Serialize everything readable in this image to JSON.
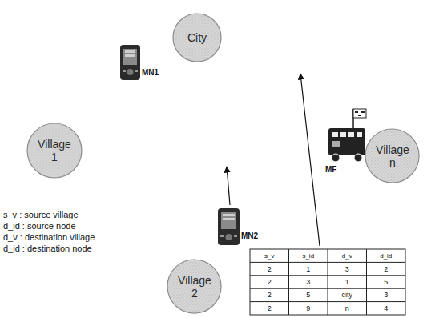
{
  "diagram": {
    "nodes": [
      {
        "text": [
          "City"
        ]
      },
      {
        "text": [
          "Village 1"
        ]
      },
      {
        "text": [
          "Village 2"
        ]
      },
      {
        "text": [
          "Village n"
        ]
      }
    ],
    "labels": [
      "MN1",
      "MN2",
      "MF",
      "s_v : source village",
      "d_id : source node",
      "d_v : destination village",
      "d_id : destination node",
      "s_v",
      "s_id",
      "d_v",
      "d_id",
      "2",
      "1",
      "3",
      "2",
      "2",
      "3",
      "1",
      "5",
      "2",
      "5",
      "city",
      "3",
      "2",
      "9",
      "n",
      "4"
    ]
  }
}
